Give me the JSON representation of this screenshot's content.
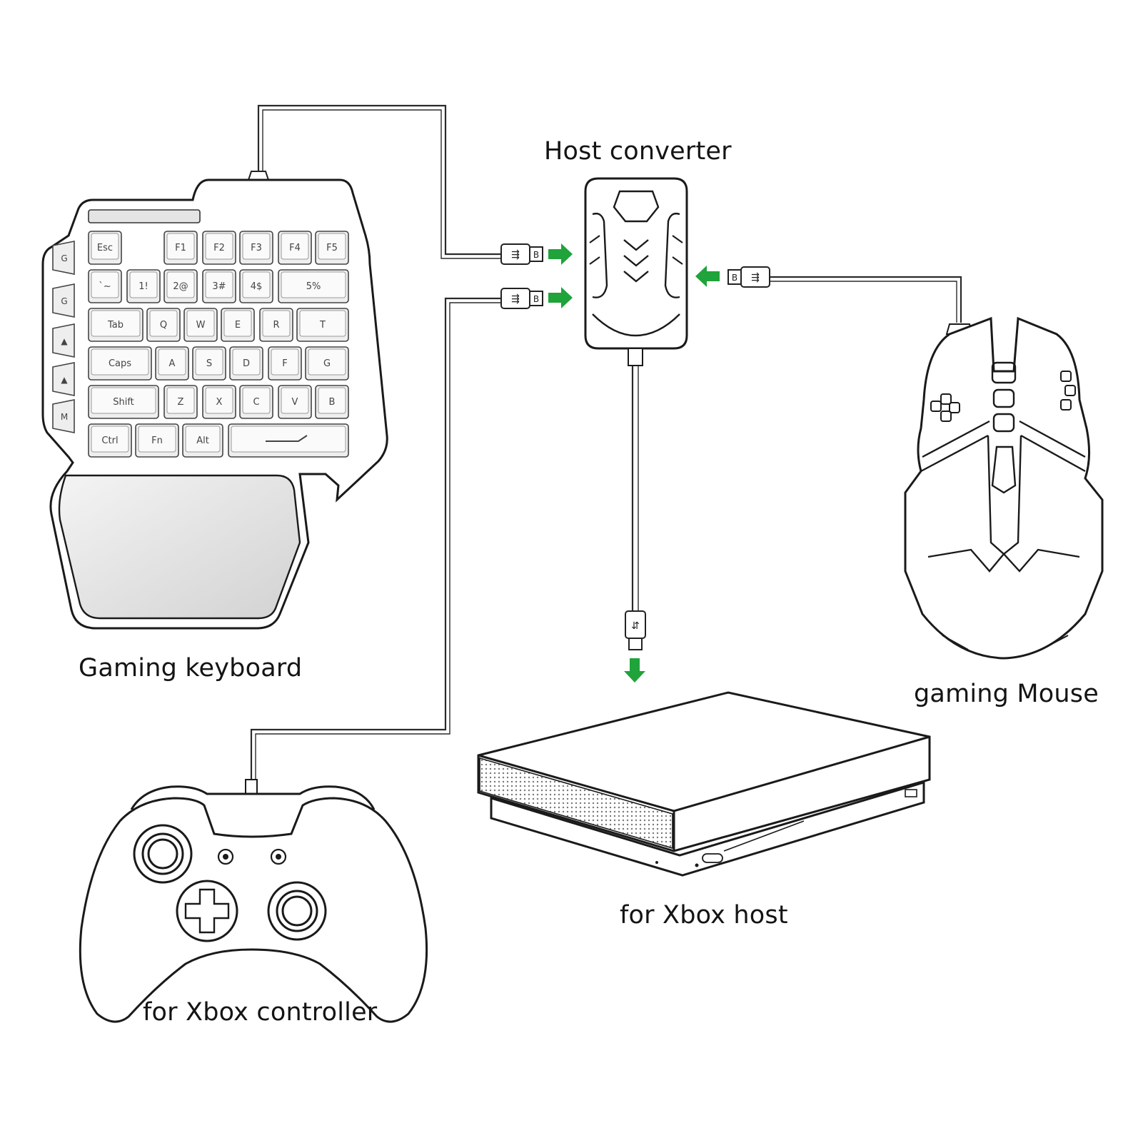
{
  "labels": {
    "host_converter": "Host converter",
    "gaming_keyboard": "Gaming keyboard",
    "gaming_mouse": "gaming Mouse",
    "xbox_host": "for Xbox host",
    "xbox_controller": "for Xbox controller"
  },
  "keyboard": {
    "rows": [
      [
        "Esc",
        "F1",
        "F2",
        "F3",
        "F4",
        "F5"
      ],
      [
        "`~",
        "1!",
        "2@",
        "3#",
        "4$",
        "5%"
      ],
      [
        "Tab",
        "Q",
        "W",
        "E",
        "R",
        "T"
      ],
      [
        "Caps",
        "A",
        "S",
        "D",
        "F",
        "G"
      ],
      [
        "Shift",
        "Z",
        "X",
        "C",
        "V",
        "B"
      ],
      [
        "Ctrl",
        "Fn",
        "Alt",
        ""
      ]
    ],
    "side_keys": [
      "G",
      "G",
      "▲",
      "▲",
      "M"
    ]
  },
  "port_letters": [
    "B",
    "B",
    "B"
  ],
  "colors": {
    "arrow": "#1fa33a",
    "line": "#2a2a2a"
  }
}
